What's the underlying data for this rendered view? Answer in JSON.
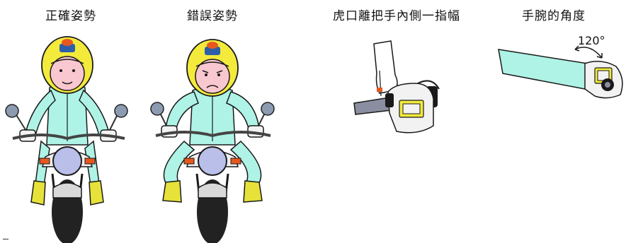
{
  "panels": {
    "correct": {
      "caption": "正確姿勢"
    },
    "wrong": {
      "caption": "錯誤姿勢"
    },
    "grip": {
      "caption": "虎口離把手內側一指幅"
    },
    "wrist": {
      "caption": "手腕的角度",
      "angle_label": "120°"
    }
  },
  "colors": {
    "suit": "#aef3e6",
    "helmet": "#f3ea3c",
    "skin": "#f9c7cf",
    "tire": "#222222",
    "fender": "#d9d9d9",
    "headlight": "#b9bfe8",
    "reflector": "#e8581e",
    "boot": "#e6e23a",
    "glove": "#f2f2f2",
    "outline": "#1a1a1a"
  }
}
